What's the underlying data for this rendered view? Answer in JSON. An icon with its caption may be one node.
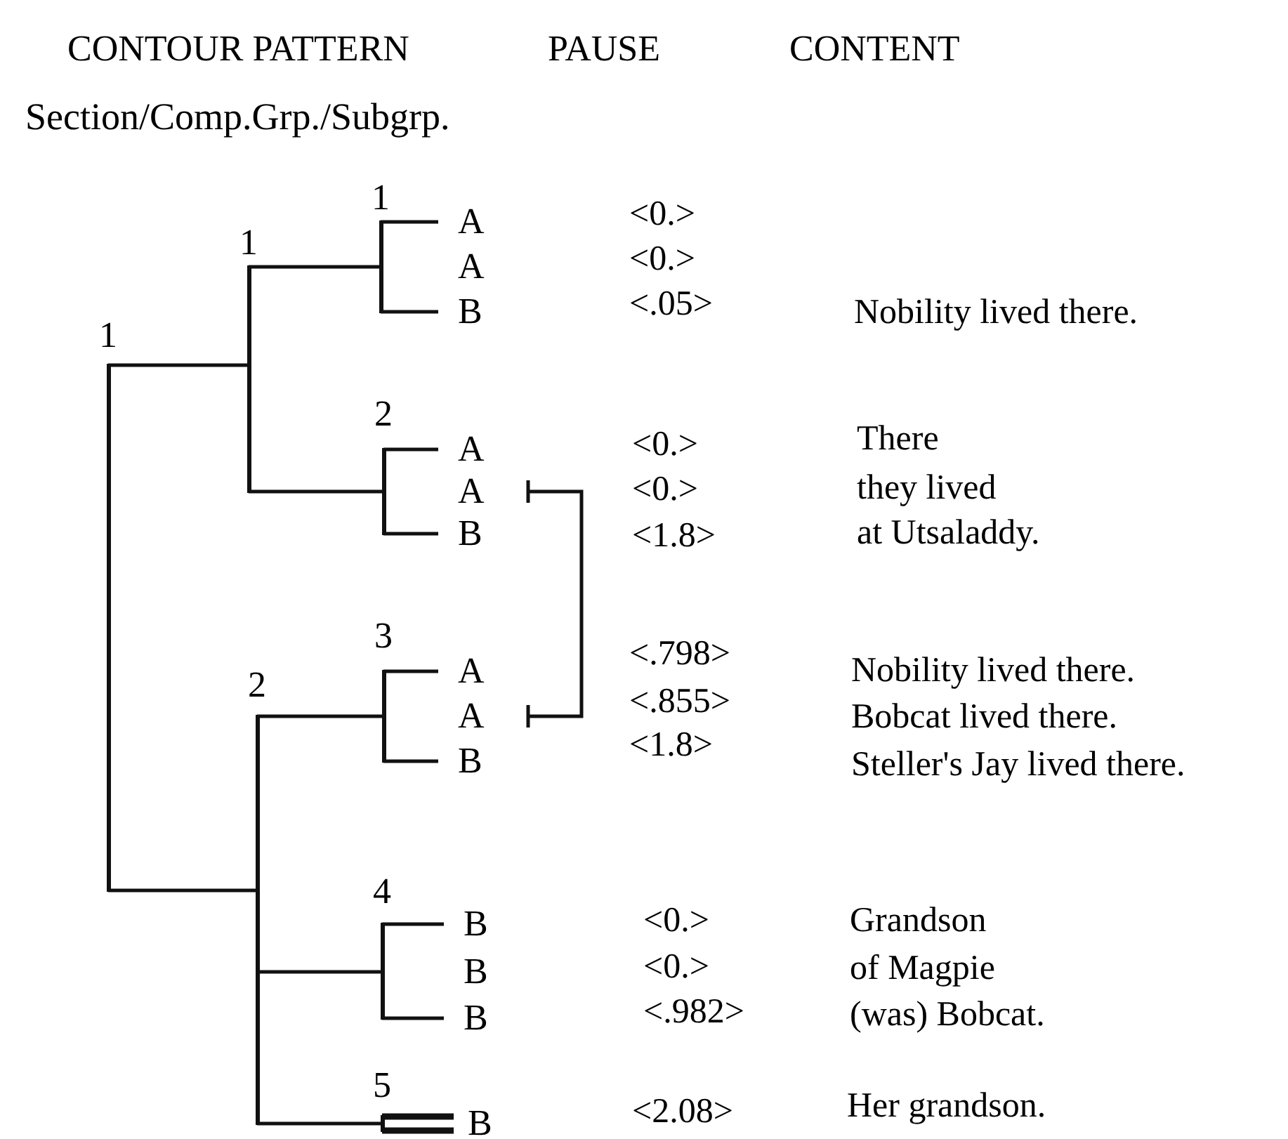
{
  "diagram": {
    "nodes": [
      {
        "text": [
          "1"
        ]
      },
      {
        "text": [
          "1"
        ]
      },
      {
        "text": [
          "1"
        ]
      },
      {
        "text": [
          "A"
        ]
      },
      {
        "text": [
          "A"
        ]
      },
      {
        "text": [
          "B"
        ]
      },
      {
        "text": [
          "2"
        ]
      },
      {
        "text": [
          "A"
        ]
      },
      {
        "text": [
          "A"
        ]
      },
      {
        "text": [
          "B"
        ]
      },
      {
        "text": [
          "2"
        ]
      },
      {
        "text": [
          "3"
        ]
      },
      {
        "text": [
          "A"
        ]
      },
      {
        "text": [
          "A"
        ]
      },
      {
        "text": [
          "B"
        ]
      },
      {
        "text": [
          "4"
        ]
      },
      {
        "text": [
          "B"
        ]
      },
      {
        "text": [
          "B"
        ]
      },
      {
        "text": [
          "B"
        ]
      },
      {
        "text": [
          "5"
        ]
      },
      {
        "text": [
          "B"
        ]
      }
    ],
    "edges": [
      {
        "from": 0,
        "to": 1,
        "arrow": "none"
      },
      {
        "from": 0,
        "to": 10,
        "arrow": "none"
      },
      {
        "from": 1,
        "to": 2,
        "arrow": "none"
      },
      {
        "from": 1,
        "to": 6,
        "arrow": "none"
      },
      {
        "from": 2,
        "to": 3,
        "arrow": "none"
      },
      {
        "from": 2,
        "to": 5,
        "arrow": "none"
      },
      {
        "from": 6,
        "to": 7,
        "arrow": "none"
      },
      {
        "from": 6,
        "to": 9,
        "arrow": "none"
      },
      {
        "from": 10,
        "to": 11,
        "arrow": "none"
      },
      {
        "from": 10,
        "to": 15,
        "arrow": "none"
      },
      {
        "from": 10,
        "to": 19,
        "arrow": "none"
      },
      {
        "from": 11,
        "to": 12,
        "arrow": "none"
      },
      {
        "from": 11,
        "to": 14,
        "arrow": "none"
      },
      {
        "from": 15,
        "to": 16,
        "arrow": "none"
      },
      {
        "from": 15,
        "to": 18,
        "arrow": "none"
      },
      {
        "from": 19,
        "to": 20,
        "arrow": "none",
        "style": "thick"
      },
      {
        "from": 8,
        "to": 13,
        "arrow": "other"
      }
    ],
    "labels": [
      "CONTOUR PATTERN",
      "PAUSE",
      "CONTENT",
      "Section/Comp.Grp./Subgrp.",
      "<0.>",
      "<0.>",
      "<.05>",
      "Nobility lived there.",
      "<0.>",
      "There",
      "<0.>",
      "they lived",
      "<1.8>",
      "at Utsaladdy.",
      "<.798>",
      "Nobility lived there.",
      "<.855>",
      "Bobcat lived there.",
      "<1.8>",
      "Steller's Jay lived there.",
      "<0.>",
      "Grandson",
      "<0.>",
      "of Magpie",
      "<.982>",
      "(was) Bobcat.",
      "<2.08>",
      "Her grandson."
    ]
  }
}
